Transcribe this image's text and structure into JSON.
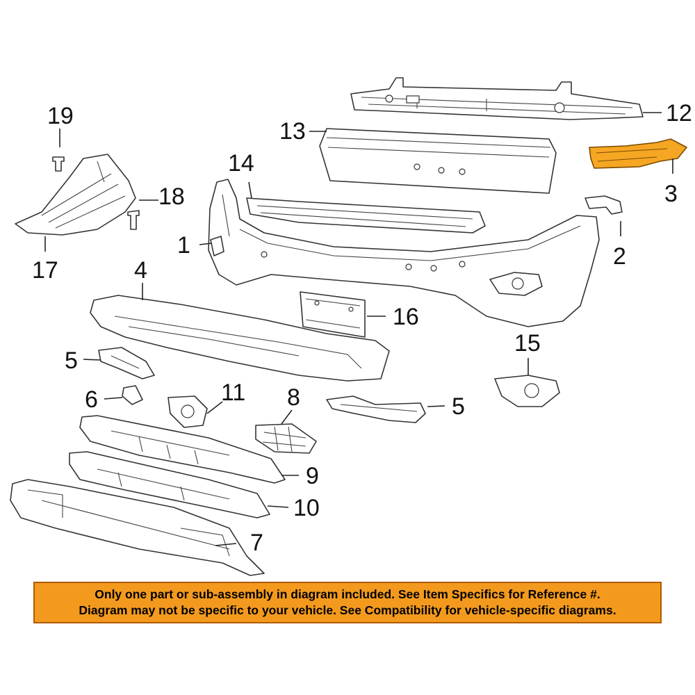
{
  "diagram": {
    "callouts": [
      {
        "id": "c1",
        "label": "1"
      },
      {
        "id": "c2",
        "label": "2"
      },
      {
        "id": "c3",
        "label": "3"
      },
      {
        "id": "c4",
        "label": "4"
      },
      {
        "id": "c5a",
        "label": "5"
      },
      {
        "id": "c5b",
        "label": "5"
      },
      {
        "id": "c6",
        "label": "6"
      },
      {
        "id": "c7",
        "label": "7"
      },
      {
        "id": "c8",
        "label": "8"
      },
      {
        "id": "c9",
        "label": "9"
      },
      {
        "id": "c10",
        "label": "10"
      },
      {
        "id": "c11",
        "label": "11"
      },
      {
        "id": "c12",
        "label": "12"
      },
      {
        "id": "c13",
        "label": "13"
      },
      {
        "id": "c14",
        "label": "14"
      },
      {
        "id": "c15",
        "label": "15"
      },
      {
        "id": "c16",
        "label": "16"
      },
      {
        "id": "c17",
        "label": "17"
      },
      {
        "id": "c18",
        "label": "18"
      },
      {
        "id": "c19",
        "label": "19"
      }
    ],
    "highlighted_part": "3",
    "colors": {
      "highlight": "#f5a623",
      "banner_bg": "#f39a1e",
      "line_art": "#333333"
    }
  },
  "banner": {
    "line1": "Only one part or sub-assembly in diagram included. See Item Specifics for Reference #.",
    "line2": "Diagram may not be specific to your vehicle. See Compatibility for vehicle-specific diagrams."
  }
}
